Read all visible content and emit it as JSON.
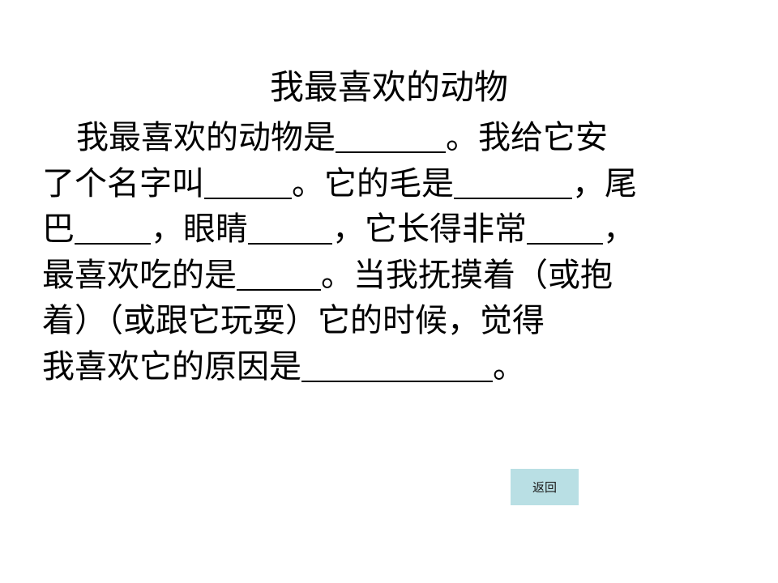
{
  "title": "我最喜欢的动物",
  "paragraph": {
    "line1": {
      "a": "我最喜欢的动物是",
      "b": "。我给它安"
    },
    "line2": {
      "a": "了个名字叫",
      "b": "。它的毛是",
      "c": "，尾"
    },
    "line3": {
      "a": "巴",
      "b": "，眼睛",
      "c": "，它长得非常",
      "d": "，"
    },
    "line4": {
      "a": "最喜欢吃的是",
      "b": "。当我抚摸着（或抱"
    },
    "line5": {
      "a": "着）（或跟它玩耍）它的时候，觉得"
    },
    "line6": {
      "a": "我喜欢它的原因是",
      "b": "。"
    }
  },
  "return_button": {
    "label": "返回"
  }
}
